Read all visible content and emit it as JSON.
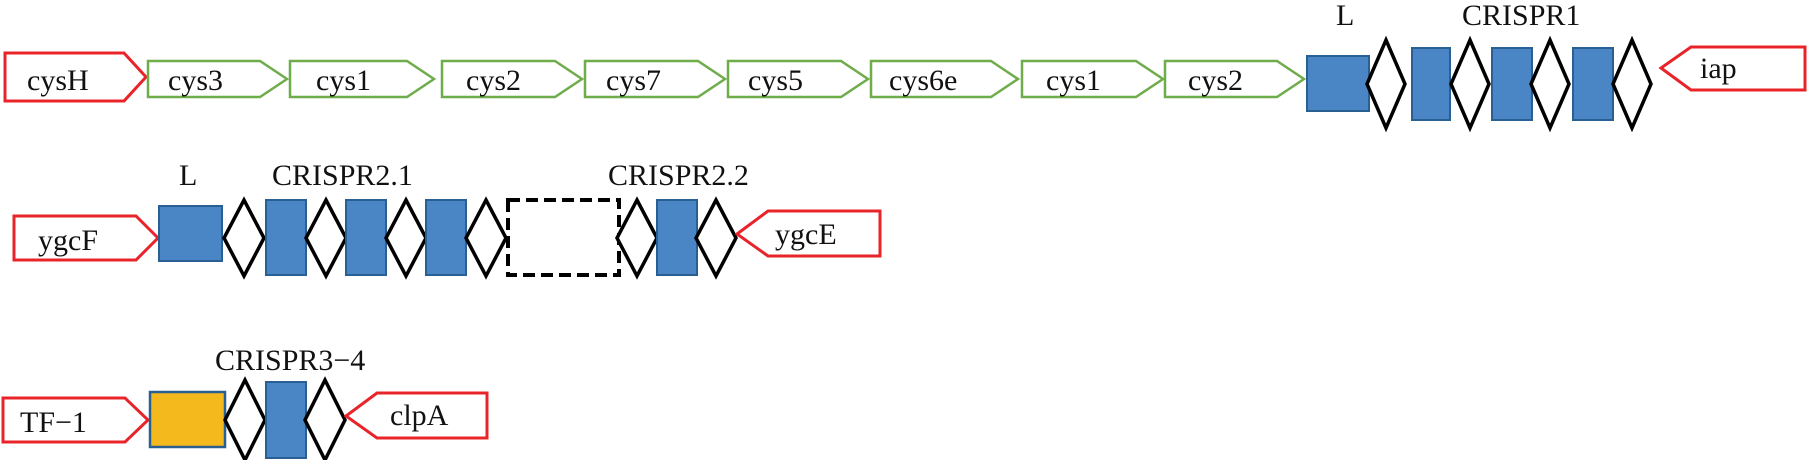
{
  "colors": {
    "flank_outline": "#e8242a",
    "cas_outline": "#6fad4a",
    "repeat_fill": "#4a86c5",
    "repeat_stroke": "#2a5f92",
    "spacer_stroke": "#000000",
    "leader_fill": "#4a86c5",
    "tf_fill": "#f4b91c"
  },
  "loci": [
    {
      "left_gene": "cysH",
      "cas_genes": [
        "cys3",
        "cys1",
        "cys2",
        "cys7",
        "cys5",
        "cys6e",
        "cys1",
        "cys2"
      ],
      "leader_label": "L",
      "array_label": "CRISPR1",
      "right_gene": "iap"
    },
    {
      "left_gene": "ygcF",
      "leader_label": "L",
      "array_labels": [
        "CRISPR2.1",
        "CRISPR2.2"
      ],
      "right_gene": "ygcE",
      "gap": "dashed-box"
    },
    {
      "left_gene": "TF−1",
      "array_label": "CRISPR3−4",
      "right_gene": "clpA"
    }
  ]
}
